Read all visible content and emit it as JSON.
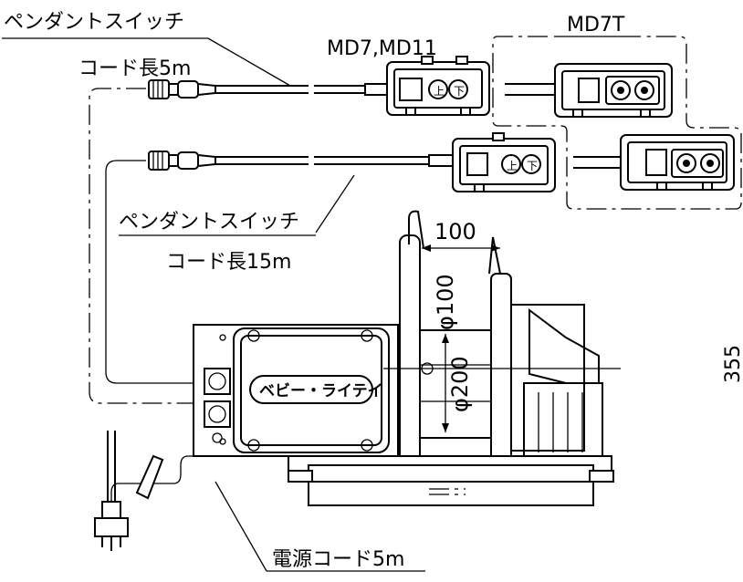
{
  "labels": {
    "pendant_switch_top": "ペンダントスイッチ",
    "cord_5m": "コード長5m",
    "pendant_switch_mid": "ペンダントスイッチ",
    "cord_15m": "コード長15m",
    "power_cord": "電源コード5m",
    "model_md7_md11": "MD7,MD11",
    "model_md7t": "MD7T",
    "dim_100": "100",
    "dim_phi100": "φ100",
    "dim_phi200": "φ200",
    "dim_side": "355",
    "brand_logo": "ベビー・ライテイ"
  },
  "colors": {
    "line": "#000000",
    "background": "#ffffff"
  }
}
